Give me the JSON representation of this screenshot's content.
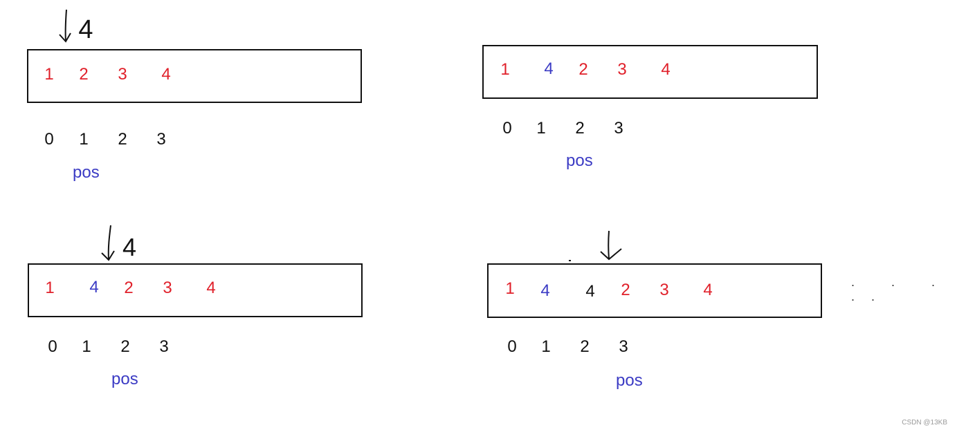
{
  "colors": {
    "red": "#e0202a",
    "blue": "#3b3bc4",
    "black": "#111111"
  },
  "panels": [
    {
      "name": "panel-1",
      "arrow_label": "4",
      "cells": [
        {
          "text": "1",
          "color": "red"
        },
        {
          "text": "2",
          "color": "red"
        },
        {
          "text": "3",
          "color": "red"
        },
        {
          "text": "4",
          "color": "red"
        }
      ],
      "indices": [
        "0",
        "1",
        "2",
        "3"
      ],
      "pos_label": "pos"
    },
    {
      "name": "panel-2",
      "arrow_label": "",
      "cells": [
        {
          "text": "1",
          "color": "red"
        },
        {
          "text": "4",
          "color": "blue"
        },
        {
          "text": "2",
          "color": "red"
        },
        {
          "text": "3",
          "color": "red"
        },
        {
          "text": "4",
          "color": "red"
        }
      ],
      "indices": [
        "0",
        "1",
        "2",
        "3"
      ],
      "pos_label": "pos"
    },
    {
      "name": "panel-3",
      "arrow_label": "4",
      "cells": [
        {
          "text": "1",
          "color": "red"
        },
        {
          "text": "4",
          "color": "blue"
        },
        {
          "text": "2",
          "color": "red"
        },
        {
          "text": "3",
          "color": "red"
        },
        {
          "text": "4",
          "color": "red"
        }
      ],
      "indices": [
        "0",
        "1",
        "2",
        "3"
      ],
      "pos_label": "pos"
    },
    {
      "name": "panel-4",
      "arrow_label": "",
      "cells": [
        {
          "text": "1",
          "color": "red"
        },
        {
          "text": "4",
          "color": "blue"
        },
        {
          "text": "4",
          "color": "black"
        },
        {
          "text": "2",
          "color": "red"
        },
        {
          "text": "3",
          "color": "red"
        },
        {
          "text": "4",
          "color": "red"
        }
      ],
      "indices": [
        "0",
        "1",
        "2",
        "3"
      ],
      "pos_label": "pos"
    }
  ],
  "ellipsis": ". . . ..",
  "watermark": "CSDN @13KB"
}
